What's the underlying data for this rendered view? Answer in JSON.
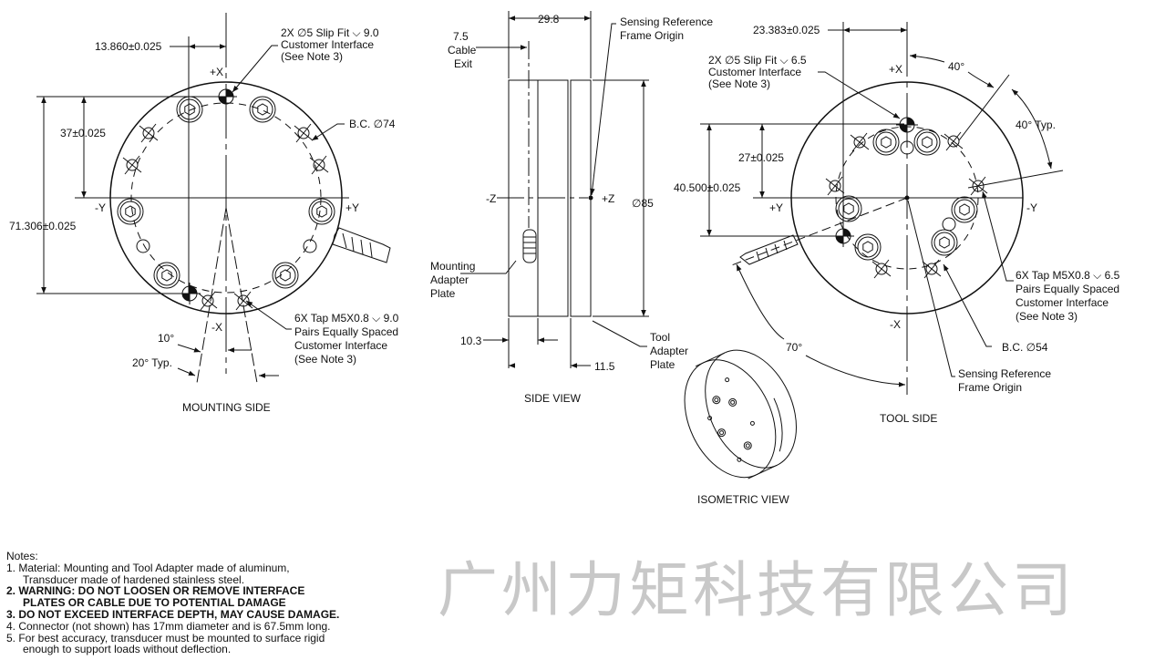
{
  "watermark": "广州力矩科技有限公司",
  "mounting_side": {
    "title": "MOUNTING SIDE",
    "slip_fit": [
      "2X ∅5 Slip Fit ⌵ 9.0",
      "Customer Interface",
      "(See Note 3)"
    ],
    "dim_13860": "13.860±0.025",
    "dim_37": "37±0.025",
    "dim_71306": "71.306±0.025",
    "bc": "B.C. ∅74",
    "tap": [
      "6X Tap M5X0.8 ⌵ 9.0",
      "Pairs Equally Spaced",
      "Customer Interface",
      "(See Note 3)"
    ],
    "plus_x": "+X",
    "minus_x": "-X",
    "plus_y": "+Y",
    "minus_y": "-Y",
    "angle_10": "10°",
    "angle_20": "20° Typ."
  },
  "side_view": {
    "title": "SIDE VIEW",
    "dim_298": "29.8",
    "cable_exit": [
      "7.5",
      "Cable",
      "Exit"
    ],
    "sensing_ref": [
      "Sensing Reference",
      "Frame Origin"
    ],
    "minus_z": "-Z",
    "plus_z": "+Z",
    "dia_85": "∅85",
    "mounting_plate": [
      "Mounting",
      "Adapter",
      "Plate"
    ],
    "tool_plate": [
      "Tool",
      "Adapter",
      "Plate"
    ],
    "dim_103": "10.3",
    "dim_115": "11.5"
  },
  "tool_side": {
    "title": "TOOL SIDE",
    "dim_23383": "23.383±0.025",
    "slip_fit": [
      "2X ∅5 Slip Fit ⌵ 6.5",
      "Customer Interface",
      "(See Note 3)"
    ],
    "angle_40": "40°",
    "angle_40_typ": "40° Typ.",
    "dim_27": "27±0.025",
    "dim_40500": "40.500±0.025",
    "plus_x": "+X",
    "minus_x": "-X",
    "plus_y": "+Y",
    "minus_y": "-Y",
    "tap": [
      "6X Tap M5X0.8 ⌵ 6.5",
      "Pairs Equally Spaced",
      "Customer Interface",
      "(See Note 3)"
    ],
    "angle_70": "70°",
    "bc": "B.C. ∅54",
    "sensing_ref": [
      "Sensing Reference",
      "Frame Origin"
    ]
  },
  "isometric": {
    "title": "ISOMETRIC VIEW"
  },
  "notes": {
    "heading": "Notes:",
    "items": [
      "1.  Material: Mounting and Tool Adapter made of aluminum,",
      "Transducer made of hardened stainless steel.",
      "2.  WARNING: DO NOT LOOSEN OR REMOVE INTERFACE",
      "PLATES OR CABLE DUE TO POTENTIAL DAMAGE",
      "3.  DO NOT EXCEED INTERFACE DEPTH, MAY CAUSE DAMAGE.",
      "4.  Connector (not shown) has 17mm diameter and is 67.5mm long.",
      "5.  For best accuracy, transducer must be mounted to surface rigid",
      "enough to support loads without deflection."
    ]
  }
}
